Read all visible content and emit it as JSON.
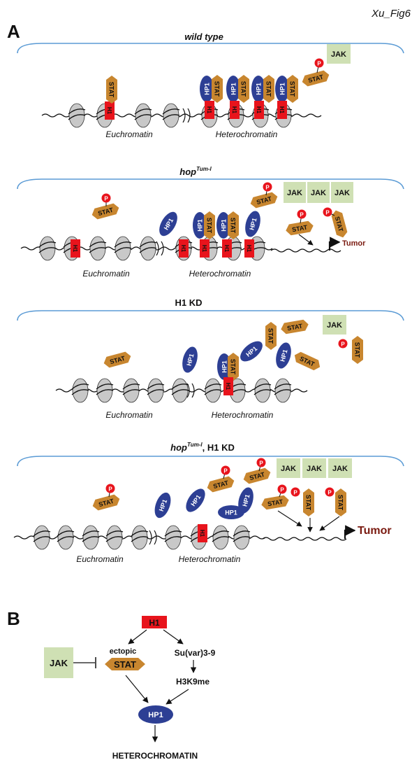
{
  "figure_label": "Xu_Fig6",
  "panel_a_label": "A",
  "panel_b_label": "B",
  "colors": {
    "membrane": "#5b9bd5",
    "stat": "#c8862f",
    "hp1": "#2d3f94",
    "h1": "#e8141c",
    "jak": "#cfe0b4",
    "phospho": "#e8141c",
    "nucleosome": "#c8c8c8",
    "tumor": "#7a1a10"
  },
  "labels": {
    "euchromatin": "Euchromatin",
    "heterochromatin": "Heterochromatin",
    "jak": "JAK",
    "stat": "STAT",
    "hp1": "HP1",
    "h1": "H1",
    "p": "P",
    "tumor": "Tumor"
  },
  "panels": [
    {
      "title": "wild type",
      "title_sup": ""
    },
    {
      "title": "hop",
      "title_sup": "Tum-l"
    },
    {
      "title": "H1 KD",
      "title_sup": ""
    },
    {
      "title": "hop",
      "title_sup": "Tum-l",
      "title_suffix": ", H1 KD"
    }
  ],
  "pathway": {
    "h1": "H1",
    "ectopic": "ectopic",
    "stat": "STAT",
    "jak": "JAK",
    "suvar": "Su(var)3-9",
    "h3k9me": "H3K9me",
    "hp1": "HP1",
    "heterochromatin": "HETEROCHROMATIN"
  }
}
